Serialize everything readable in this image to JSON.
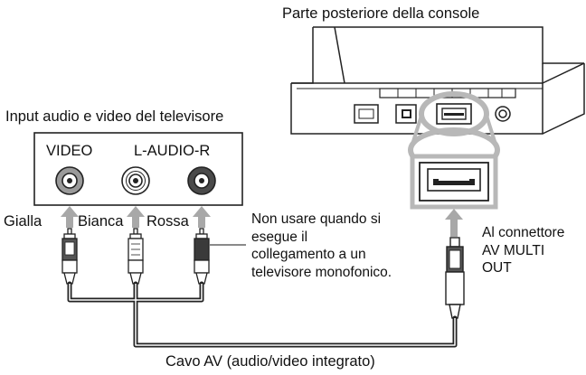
{
  "labels": {
    "console_rear": "Parte posteriore della console",
    "tv_inputs": "Input audio e video del televisore",
    "video": "VIDEO",
    "audio": "L-AUDIO-R",
    "yellow": "Gialla",
    "white": "Bianca",
    "red": "Rossa",
    "mono_note": [
      "Non usare quando si",
      "esegue il",
      "collegamento a un",
      "televisore monofonico."
    ],
    "connector": [
      "Al connettore",
      "AV MULTI",
      "OUT"
    ],
    "cable": "Cavo AV (audio/video integrato)"
  },
  "colors": {
    "jack_video": "#9a9a9a",
    "jack_white": "#ffffff",
    "jack_red": "#4a4a4a",
    "arrow": "#a8a8a8",
    "highlight": "#b8b8b8",
    "cable": "#222222"
  }
}
